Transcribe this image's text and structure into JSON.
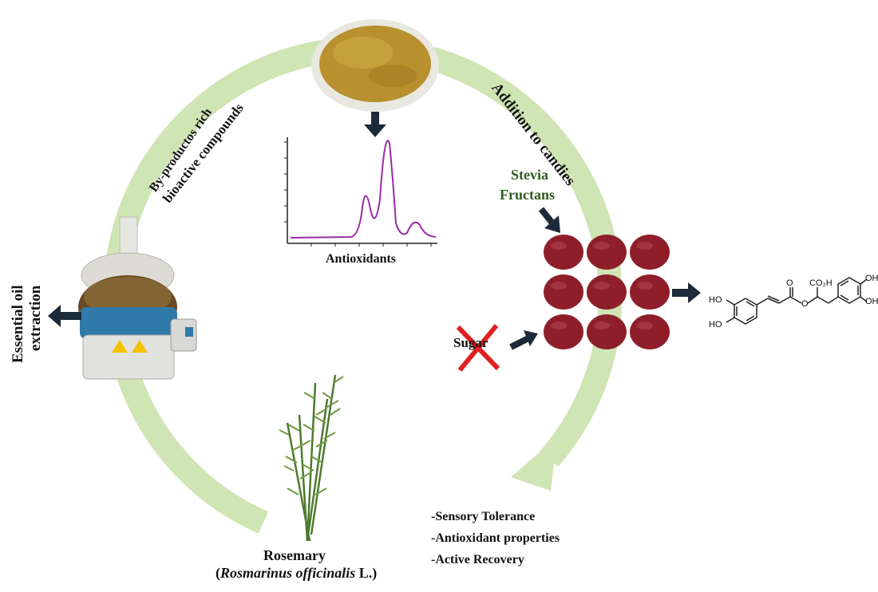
{
  "cycle": {
    "arc_color": "#cfe5b4",
    "label_left_1": "By-productos rich",
    "label_left_2": "bioactive compounds",
    "label_right": "Addition to candies"
  },
  "chromatogram": {
    "title": "Antioxidants",
    "line_color": "#9b2aa8"
  },
  "extraction": {
    "label_1": "Essential oil",
    "label_2": "extraction"
  },
  "sweeteners": {
    "line_1": "Stevia",
    "line_2": "Fructans",
    "text_color": "#2f5a1e"
  },
  "sugar": {
    "label": "Sugar",
    "cross_color": "#e02020"
  },
  "candies": {
    "color": "#8e1f2a",
    "rows": 3,
    "cols": 3
  },
  "molecule": {
    "ho_1": "HO",
    "ho_2": "HO",
    "oh_1": "OH",
    "oh_2": "OH",
    "co2h": "CO₂H",
    "o_carbonyl": "O",
    "o_ester": "O"
  },
  "outcomes": [
    "-Sensory Tolerance",
    "-Antioxidant properties",
    "-Active Recovery"
  ],
  "plant": {
    "name": "Rosemary",
    "scientific_italic": "Rosmarinus officinalis",
    "scientific_suffix": " L."
  }
}
